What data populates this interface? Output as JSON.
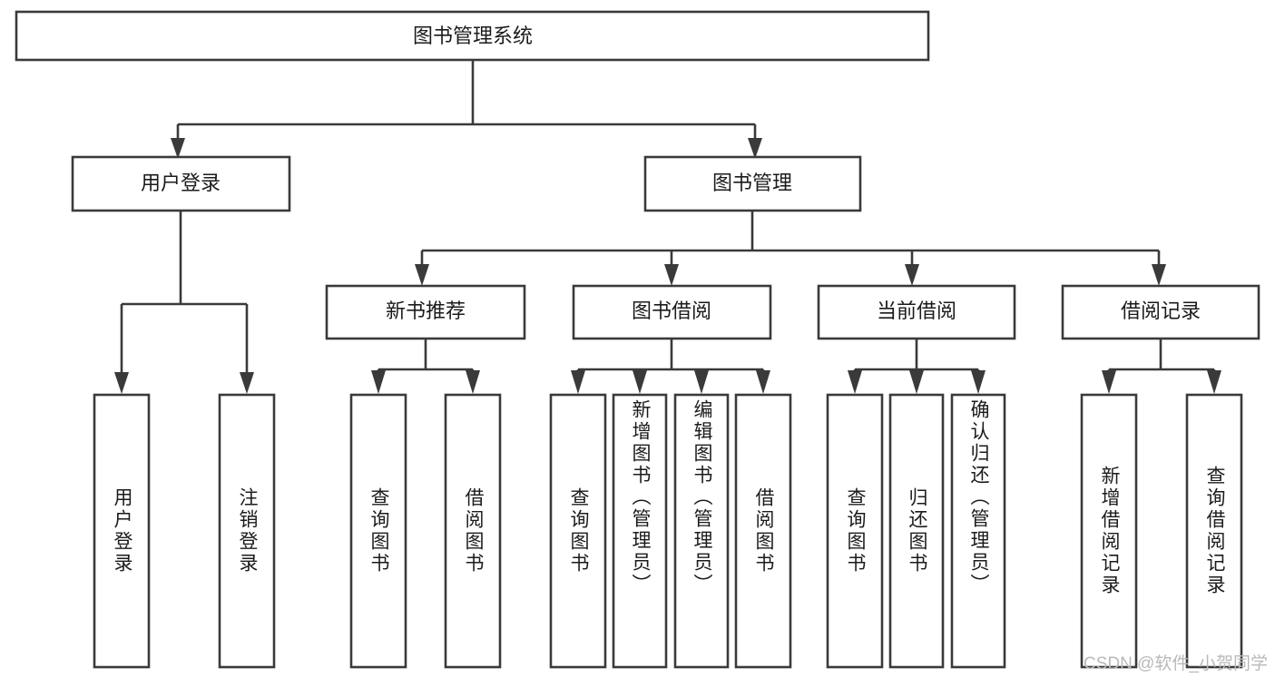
{
  "diagram": {
    "title_node": {
      "label": "图书管理系统"
    },
    "level2": [
      {
        "id": "user-login",
        "label": "用户登录"
      },
      {
        "id": "book-management",
        "label": "图书管理"
      }
    ],
    "level3": [
      {
        "id": "new-book-recommend",
        "label": "新书推荐"
      },
      {
        "id": "book-borrow",
        "label": "图书借阅"
      },
      {
        "id": "current-borrow",
        "label": "当前借阅"
      },
      {
        "id": "borrow-record",
        "label": "借阅记录"
      }
    ],
    "leaves": {
      "user_login": [
        {
          "id": "leaf-user-login",
          "label": "用户登录"
        },
        {
          "id": "leaf-logout-login",
          "label": "注销登录"
        }
      ],
      "new_book_recommend": [
        {
          "id": "leaf-query-book-1",
          "label": "查询图书"
        },
        {
          "id": "leaf-borrow-book-1",
          "label": "借阅图书"
        }
      ],
      "book_borrow": [
        {
          "id": "leaf-query-book-2",
          "label": "查询图书"
        },
        {
          "id": "leaf-add-book",
          "label": "新增图书（管理员）"
        },
        {
          "id": "leaf-edit-book",
          "label": "编辑图书（管理员）"
        },
        {
          "id": "leaf-borrow-book-2",
          "label": "借阅图书"
        }
      ],
      "current_borrow": [
        {
          "id": "leaf-query-book-3",
          "label": "查询图书"
        },
        {
          "id": "leaf-return-book",
          "label": "归还图书"
        },
        {
          "id": "leaf-confirm-return",
          "label": "确认归还（管理员）"
        }
      ],
      "borrow_record": [
        {
          "id": "leaf-add-record",
          "label": "新增借阅记录"
        },
        {
          "id": "leaf-query-record",
          "label": "查询借阅记录"
        }
      ]
    },
    "watermark": "CSDN @软件_小贺同学",
    "colors": {
      "stroke": "#3a3a3a",
      "fill": "#ffffff",
      "text": "#1b1b1b",
      "watermark": "#b9b9b9"
    }
  }
}
